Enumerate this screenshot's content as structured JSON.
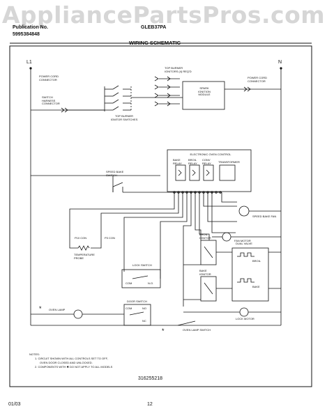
{
  "watermark": "AppliancePartsPros.com",
  "header": {
    "pub_label": "Publication No.",
    "pub_number": "5995384848",
    "model": "GLEB37PA",
    "title": "WIRING SCHEMATIC"
  },
  "nodes": {
    "left": "L1",
    "right": "N"
  },
  "labels": {
    "power_cord_left": "POWER CORD CONNECTOR",
    "power_cord_right": "POWER CORD CONNECTOR",
    "switch_harness": "SWITCH HARNESS CONNECTOR",
    "top_burner_switches": "TOP BURNER IGNITOR SWITCHES",
    "top_burner_ignitors": "TOP BURNER IGNITORS (4) REQ'D",
    "spark_module": "SPARK IGNITION MODULE",
    "electronic_oven_control": "ELECTRONIC OVEN CONTROL",
    "relay_1": "BAKE RELAY",
    "relay_2": "BROIL RELAY",
    "relay_3": "CONV RELAY",
    "transformer": "TRANSFORMER",
    "speed_bake_switch": "SPEED BAKE SWITCH",
    "speed_bake_fan": "SPEED BAKE FAN",
    "fan_motor": "FAN MOTOR",
    "p10_con": "P10 CON",
    "p3_con": "P3 CON",
    "temp_probe": "TEMPERATURE PROBE",
    "broil_ignitor": "BROIL IGNITOR",
    "bake_ignitor": "BAKE IGNITOR",
    "dual_valve": "DUAL VALVE",
    "lock_switch": "LOCK SWITCH",
    "lock_com": "COM",
    "lock_no": "N.O.",
    "door_switch": "DOOR SWITCH",
    "com": "COM",
    "no": "NO",
    "nc": "NC",
    "lock_motor": "LOCK MOTOR",
    "oven_lamp": "OVEN LAMP",
    "oven_lamp_switch": "OVEN LAMP SWITCH",
    "broil": "BROIL",
    "bake": "BAKE",
    "note_star": "*"
  },
  "notes": {
    "heading": "NOTES:",
    "line1": "1.  CIRCUIT SHOWN WITH ALL CONTROLS SET TO OFF,",
    "line2": "OVEN DOOR CLOSED AND UNLOCKED.",
    "line3": "2.  COMPONENTS WITH  ✱  DO NOT APPLY TO ALL MODELS"
  },
  "part_number": "316255218",
  "footer": {
    "date": "01/03",
    "page": "12"
  }
}
